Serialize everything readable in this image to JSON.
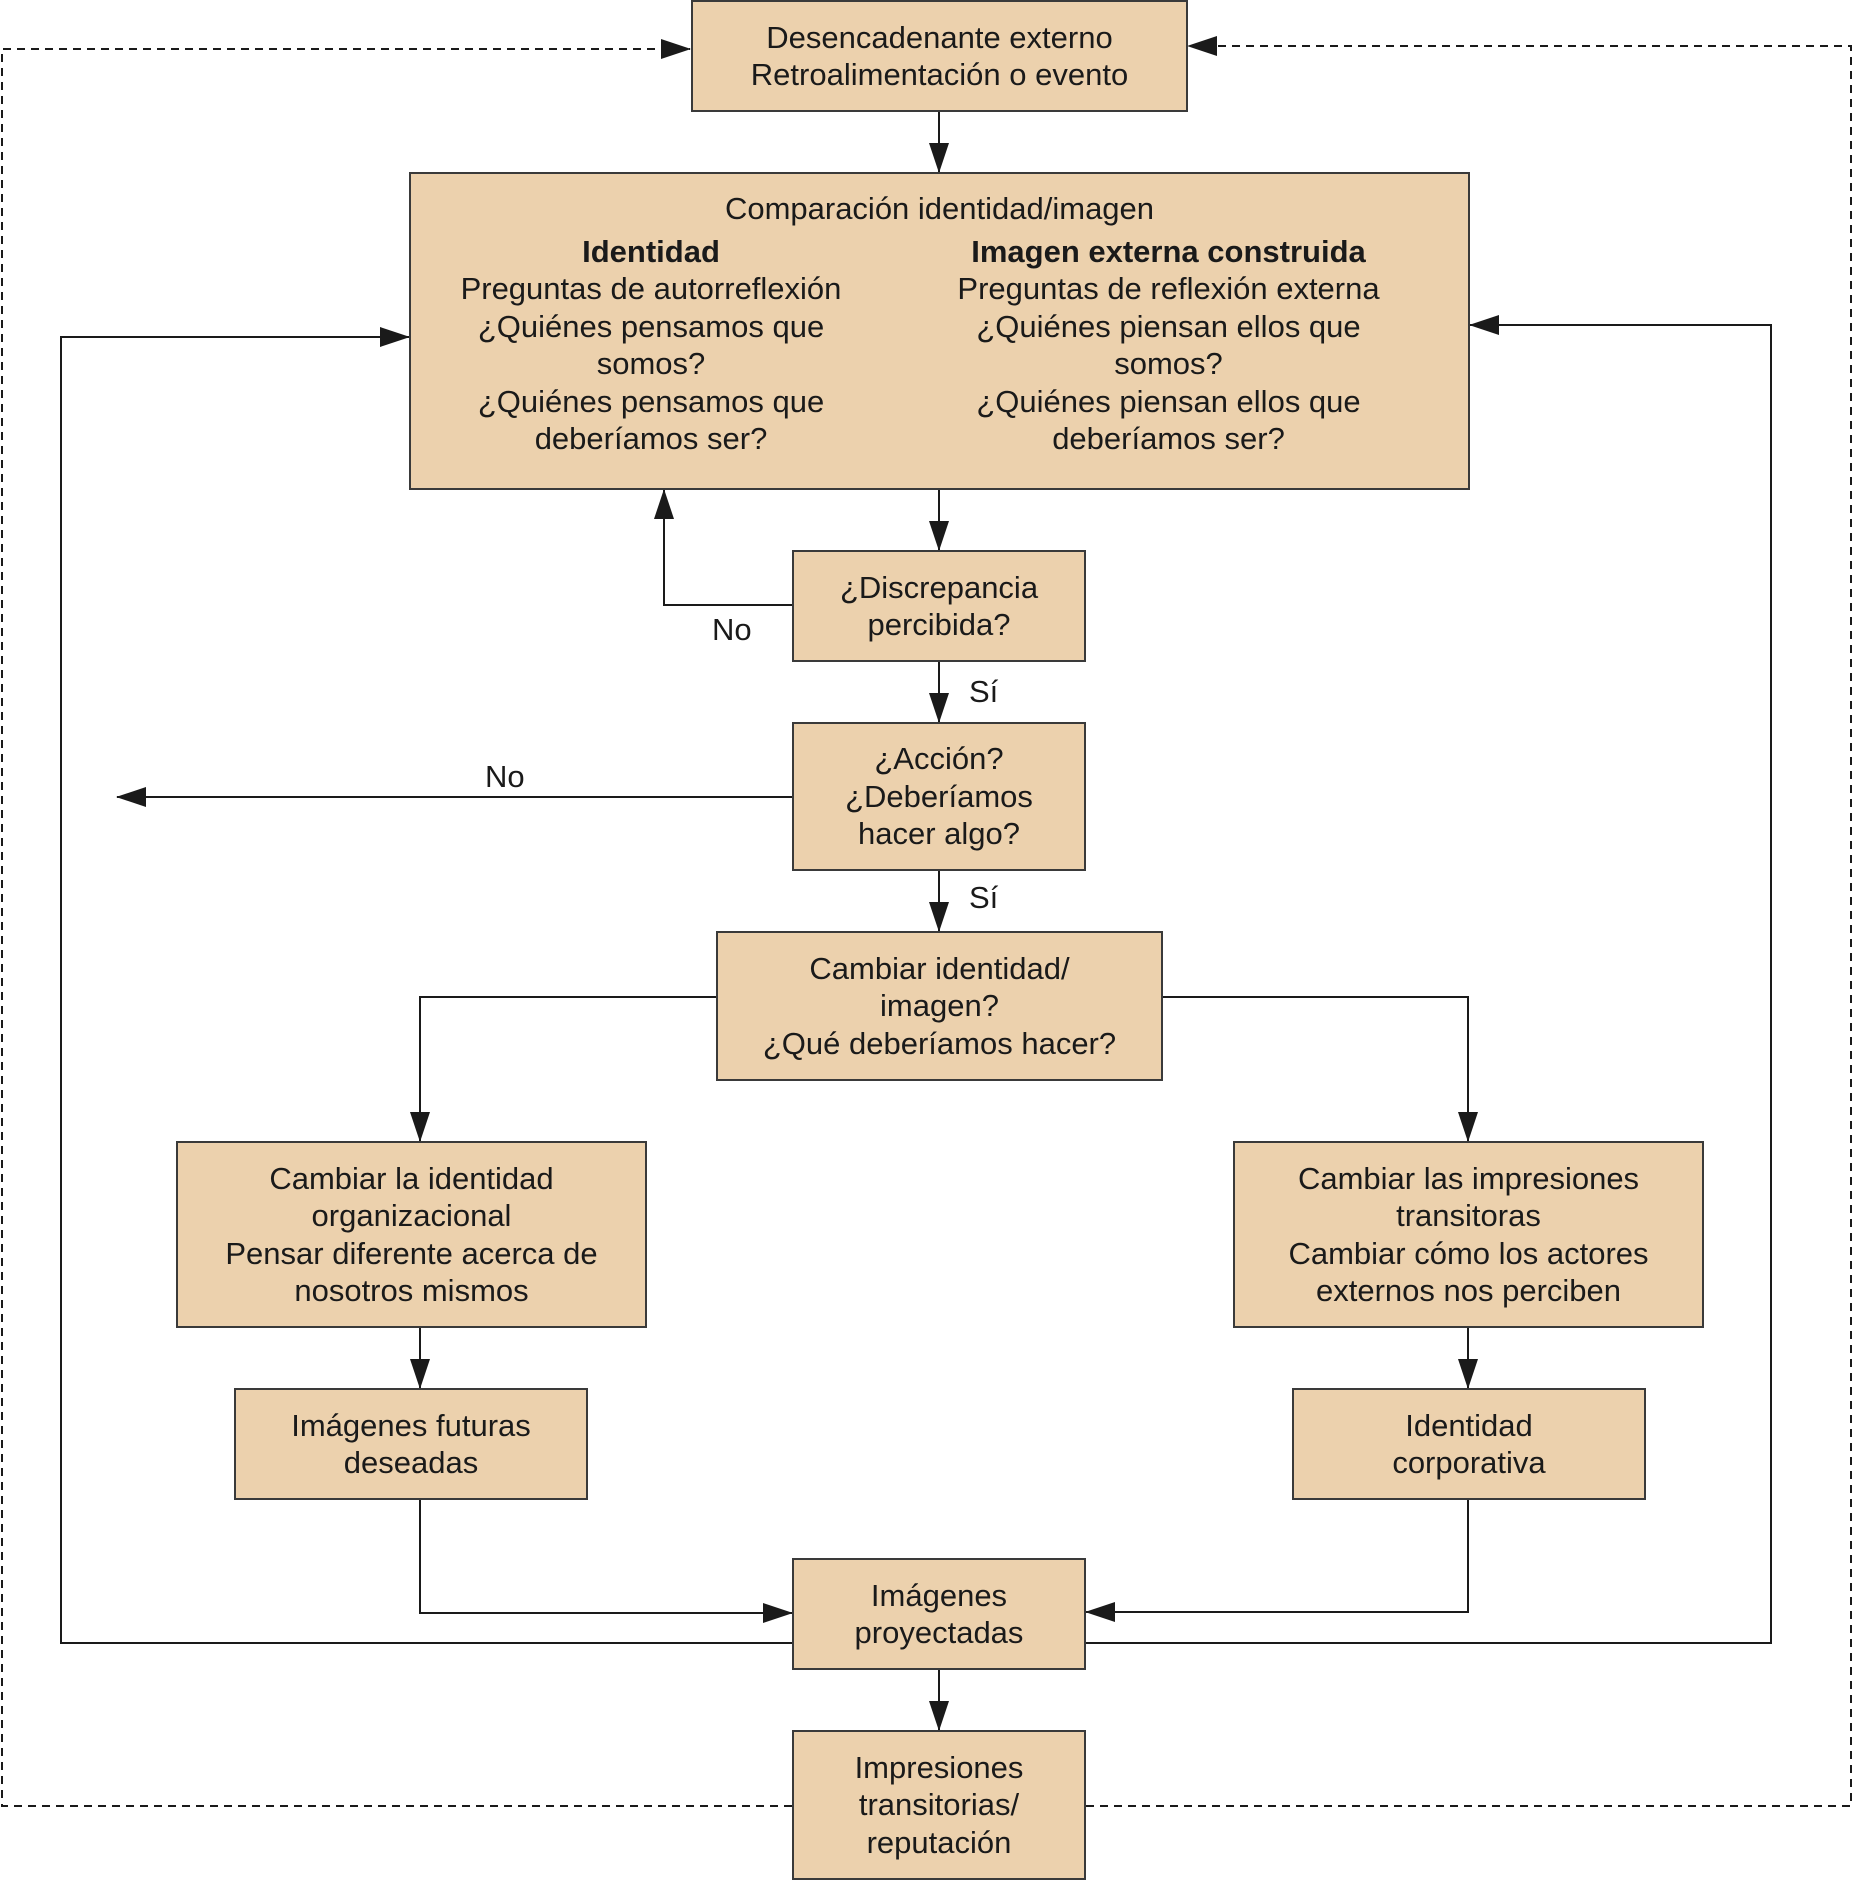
{
  "boxes": {
    "trigger": [
      "Desencadenante externo",
      "Retroalimentación o evento"
    ],
    "comparison": {
      "title": "Comparación identidad/imagen",
      "identity": {
        "heading": "Identidad",
        "lines": [
          "Preguntas de autorreflexión",
          "¿Quiénes pensamos que",
          "somos?",
          "¿Quiénes pensamos que",
          "deberíamos ser?"
        ]
      },
      "external": {
        "heading": "Imagen externa construida",
        "lines": [
          "Preguntas de reflexión externa",
          "¿Quiénes piensan ellos que",
          "somos?",
          "¿Quiénes piensan ellos que",
          "deberíamos ser?"
        ]
      }
    },
    "discrepancy": [
      "¿Discrepancia",
      "percibida?"
    ],
    "action": [
      "¿Acción?",
      "¿Deberíamos",
      "hacer algo?"
    ],
    "change": [
      "Cambiar identidad/",
      "imagen?",
      "¿Qué deberíamos hacer?"
    ],
    "change_identity": [
      "Cambiar la identidad",
      "organizacional",
      "Pensar diferente acerca de",
      "nosotros mismos"
    ],
    "change_impressions": [
      "Cambiar las impresiones",
      "transitoras",
      "Cambiar cómo los actores",
      "externos nos perciben"
    ],
    "future_images": [
      "Imágenes futuras",
      "deseadas"
    ],
    "corporate_identity": [
      "Identidad",
      "corporativa"
    ],
    "projected_images": [
      "Imágenes",
      "proyectadas"
    ],
    "impressions": [
      "Impresiones",
      "transitorias/",
      "reputación"
    ]
  },
  "labels": {
    "no_discrepancy": "No",
    "yes_discrepancy": "Sí",
    "no_action": "No",
    "yes_action": "Sí"
  },
  "colors": {
    "box_fill": "#ecd1ad",
    "stroke": "#1a1a1a"
  }
}
